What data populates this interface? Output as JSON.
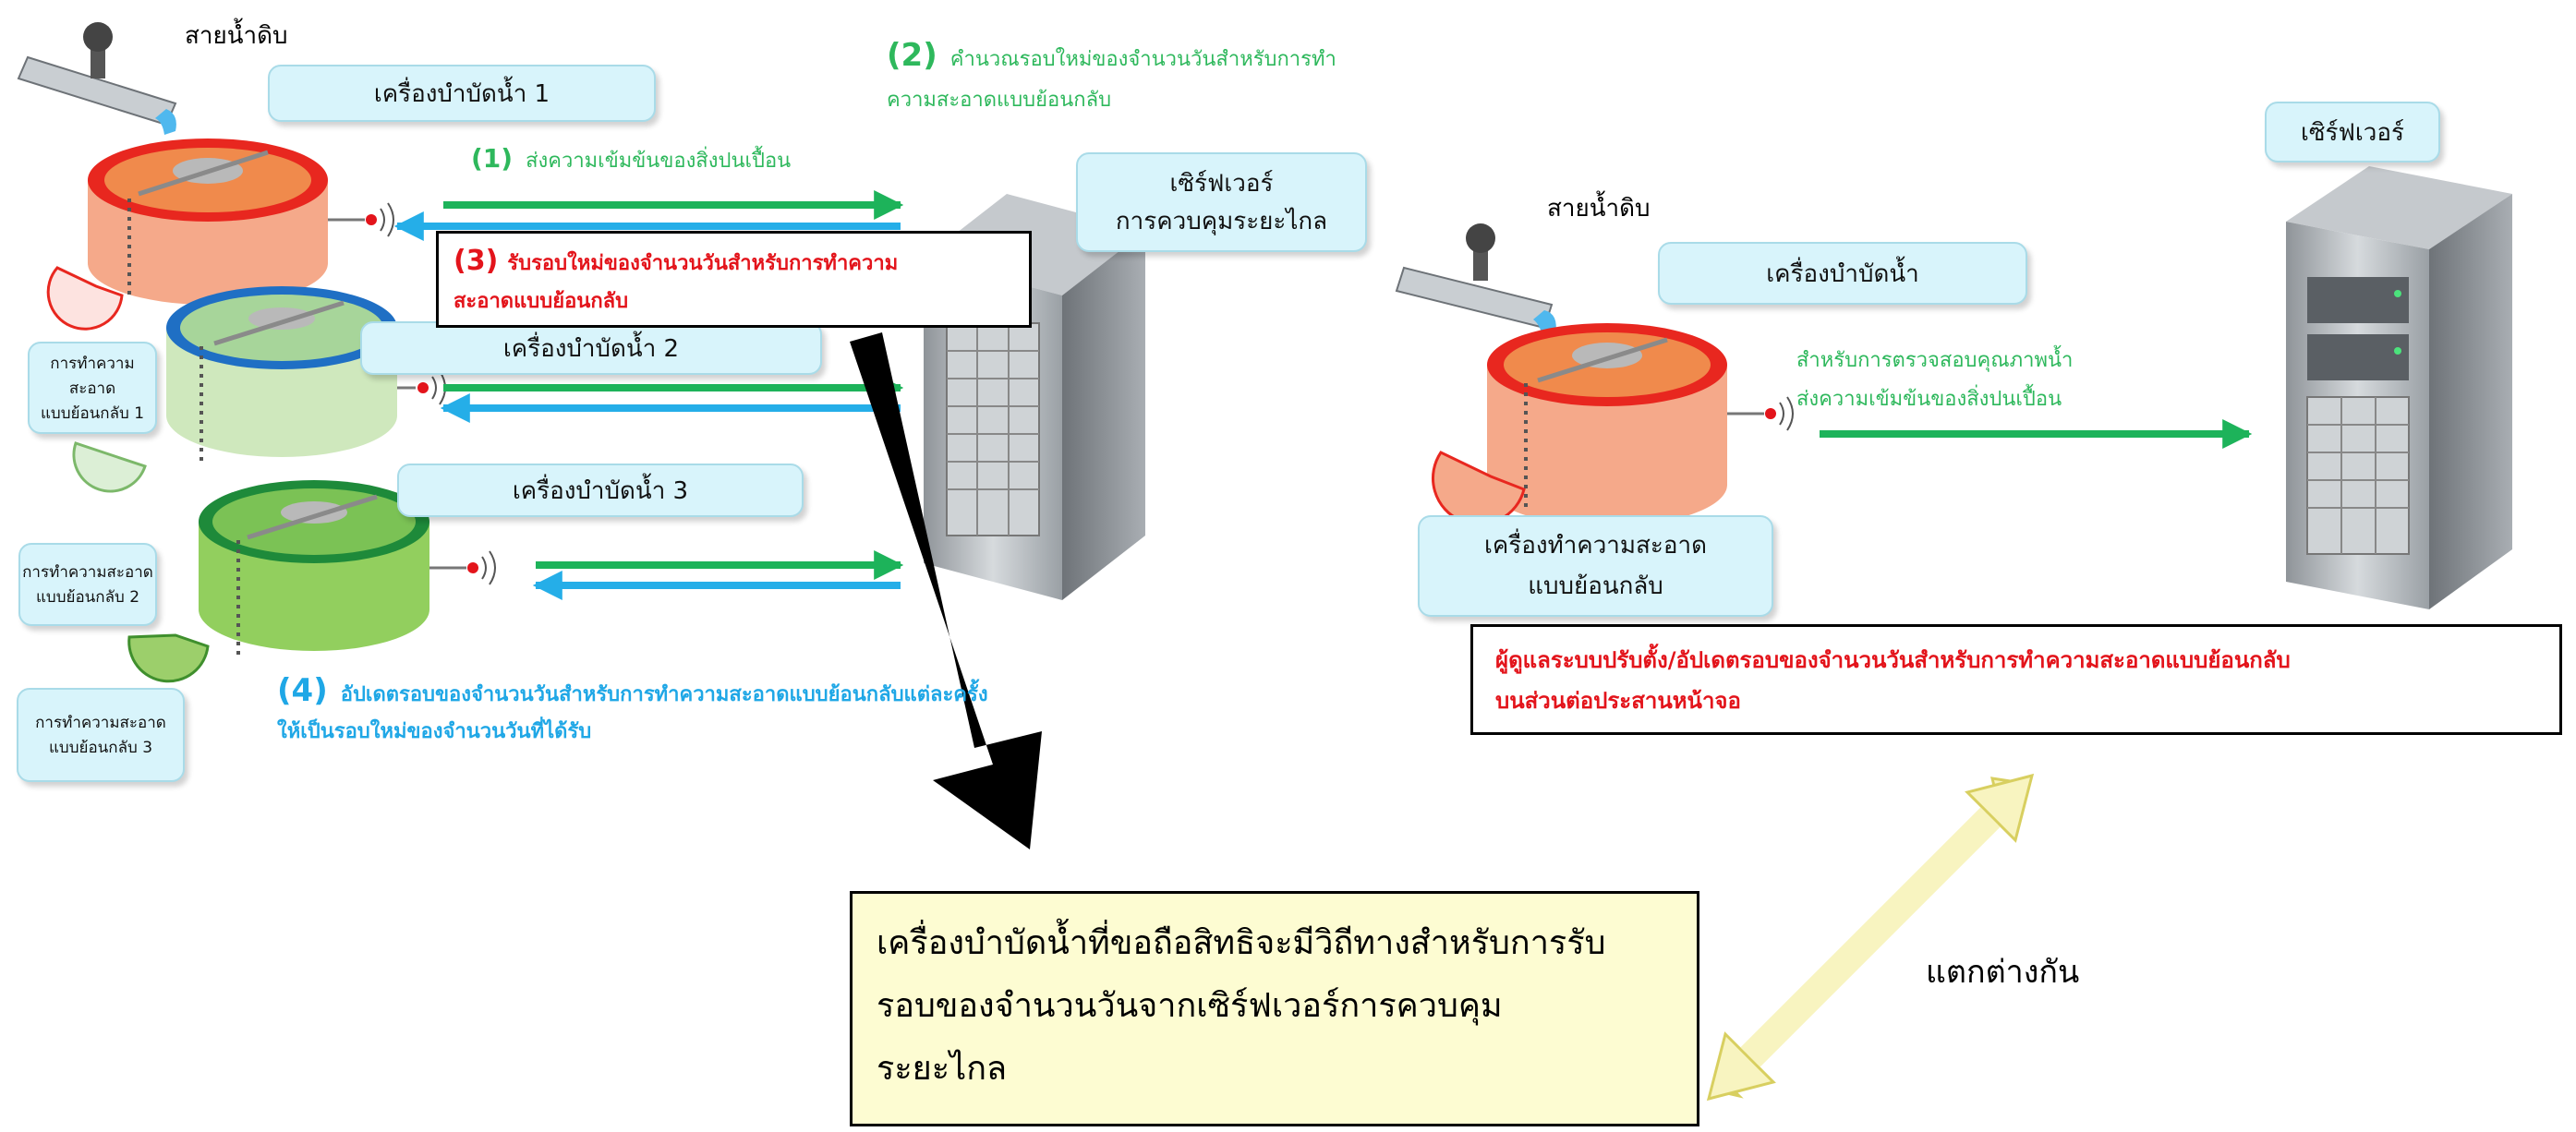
{
  "left": {
    "raw_water_pipe": "สายน้ำดิบ",
    "plant1": "เครื่องบำบัดน้ำ 1",
    "plant2": "เครื่องบำบัดน้ำ 2",
    "plant3": "เครื่องบำบัดน้ำ 3",
    "backwash1": [
      "การทำความสะอาด",
      "แบบย้อนกลับ 1"
    ],
    "backwash2": [
      "การทำความสะอาด",
      "แบบย้อนกลับ 2"
    ],
    "backwash3": [
      "การทำความสะอาด",
      "แบบย้อนกลับ 3"
    ],
    "server_label": [
      "เซิร์ฟเวอร์",
      "การควบคุมระยะไกล"
    ],
    "step1": {
      "num": "(1)",
      "text": "ส่งความเข้มข้นของสิ่งปนเปื้อน"
    },
    "step2": {
      "num": "(2)",
      "lines": [
        "คำนวณรอบใหม่ของจำนวนวันสำหรับการทำ",
        "ความสะอาดแบบย้อนกลับ"
      ]
    },
    "step3": {
      "num": "(3)",
      "lines": [
        "รับรอบใหม่ของจำนวนวันสำหรับการทำความ",
        "สะอาดแบบย้อนกลับ"
      ]
    },
    "step4": {
      "num": "(4)",
      "lines": [
        "อัปเดตรอบของจำนวนวันสำหรับการทำความสะอาดแบบย้อนกลับแต่ละครั้ง",
        "ให้เป็นรอบใหม่ของจำนวนวันที่ได้รับ"
      ]
    }
  },
  "right": {
    "server": "เซิร์ฟเวอร์",
    "raw_water_pipe": "สายน้ำดิบ",
    "plant": "เครื่องบำบัดน้ำ",
    "send_text": [
      "สำหรับการตรวจสอบคุณภาพน้ำ",
      "ส่งความเข้มข้นของสิ่งปนเปื้อน"
    ],
    "backwash": [
      "เครื่องทำความสะอาด",
      "แบบย้อนกลับ"
    ],
    "admin_note": [
      "ผู้ดูแลระบบปรับตั้ง/อัปเดตรอบของจำนวนวันสำหรับการทำความสะอาดแบบย้อนกลับ",
      "บนส่วนต่อประสานหน้าจอ"
    ]
  },
  "bottom": {
    "claim": [
      "เครื่องบำบัดน้ำที่ขอถือสิทธิจะมีวิถีทางสำหรับการรับ",
      "รอบของจำนวนวันจากเซิร์ฟเวอร์การควบคุม",
      "ระยะไกล"
    ],
    "difference": "แตกต่างกัน"
  },
  "colors": {
    "green_arrow": "#1db35a",
    "blue_arrow": "#25aee8",
    "red_text": "#e3141b",
    "tank_red": "#e8271f",
    "tank_blue": "#1f6fc4",
    "tank_green": "#1e8a3a",
    "yellow_box": "#fdfcd2"
  },
  "icons": [
    "faucet-valve-icon",
    "raw-water-pipe-icon",
    "water-tank-icon",
    "sensor-icon",
    "server-tower-icon",
    "double-arrow-icon"
  ]
}
